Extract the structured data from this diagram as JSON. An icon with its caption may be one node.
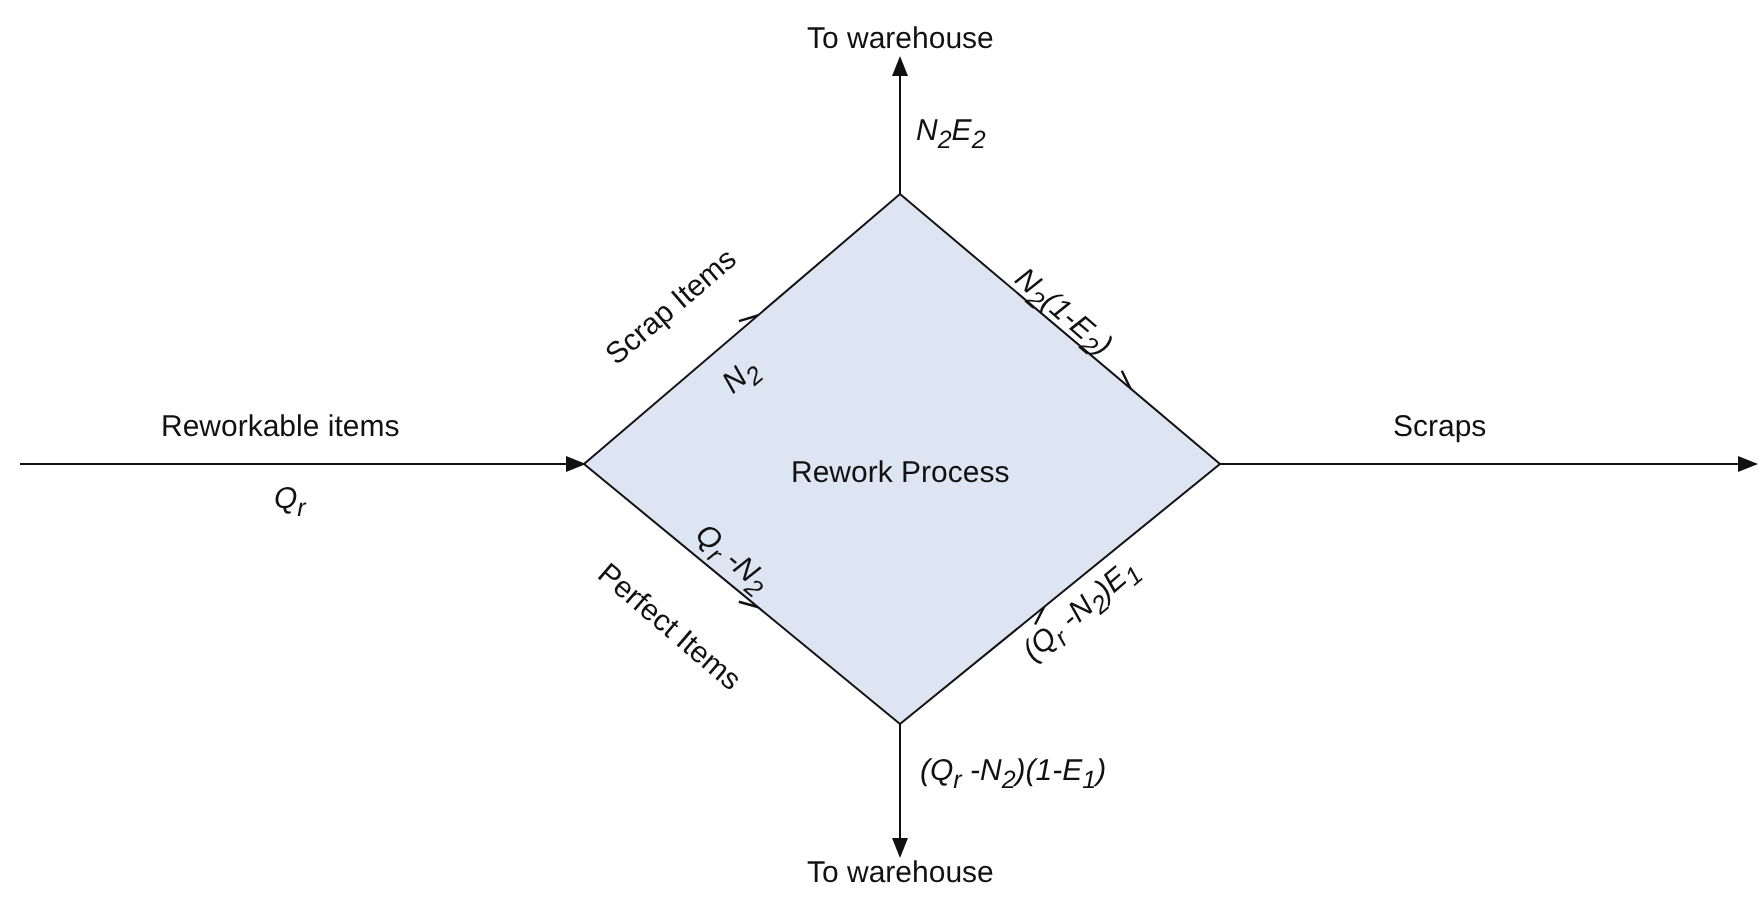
{
  "diagram": {
    "nodes": [
      {
        "text": [
          "Rework Process"
        ]
      },
      {
        "text": [
          "To warehouse"
        ]
      },
      {
        "text": [
          "To warehouse"
        ]
      }
    ],
    "edges": [
      {
        "from": null,
        "to": 0,
        "arrow": "to",
        "label": "Reworkable items"
      },
      {
        "from": 0,
        "to": null,
        "arrow": "to",
        "label": "Scraps"
      },
      {
        "from": 0,
        "to": 1,
        "arrow": "to",
        "label": "N$_{2}$E$_{2}$"
      },
      {
        "from": 0,
        "to": 2,
        "arrow": "to",
        "label": "(Q$_{r}$ -N$_{2}$)(1-E$_{1}$)"
      }
    ],
    "labels": [
      "Q$_{r}$",
      "Scrap Items",
      "N$_{2}$",
      "N$_{2}$(1-E$_{2}$)",
      "Perfect Items",
      "Q$_{r}$ -N$_{2}$",
      "(Q$_{r}$ -N$_{2}$)E$_{1}$"
    ]
  }
}
